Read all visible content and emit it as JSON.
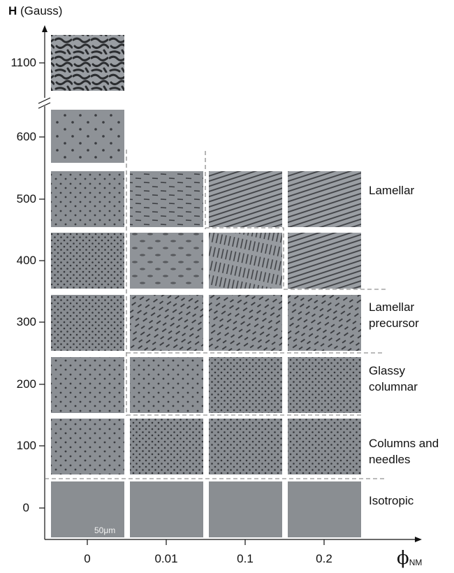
{
  "y_axis": {
    "title_symbol": "H",
    "title_unit": "(Gauss)",
    "ticks": [
      "1100",
      "600",
      "500",
      "400",
      "300",
      "200",
      "100",
      "0"
    ]
  },
  "x_axis": {
    "title_symbol": "ϕ",
    "title_subscript": "NM",
    "ticks": [
      "0",
      "0.01",
      "0.1",
      "0.2"
    ]
  },
  "phases": {
    "lamellar": "Lamellar",
    "lamellar_precursor": [
      "Lamellar",
      "precursor"
    ],
    "glassy_columnar": [
      "Glassy",
      "columnar"
    ],
    "columns_and_needles": [
      "Columns and",
      "needles"
    ],
    "isotropic": "Isotropic"
  },
  "scale_bar": "50μm",
  "colors": {
    "axis": "#111111",
    "tile_background": "#8a8e92",
    "dash": "#777777"
  },
  "micrograph_grid": {
    "note_pattern_types": "patterns per tile",
    "rows": [
      {
        "H": "1100",
        "tiles": [
          {
            "phi": "0",
            "pattern": "labyrinth"
          }
        ]
      },
      {
        "H": "600",
        "tiles": [
          {
            "phi": "0",
            "pattern": "sparse-dots"
          }
        ]
      },
      {
        "H": "500",
        "tiles": [
          {
            "phi": "0",
            "pattern": "dots"
          },
          {
            "phi": "0.01",
            "pattern": "dashes"
          },
          {
            "phi": "0.1",
            "pattern": "stripes"
          },
          {
            "phi": "0.2",
            "pattern": "stripes"
          }
        ]
      },
      {
        "H": "400",
        "tiles": [
          {
            "phi": "0",
            "pattern": "dense-dots"
          },
          {
            "phi": "0.01",
            "pattern": "blurred-dashes"
          },
          {
            "phi": "0.1",
            "pattern": "needles"
          },
          {
            "phi": "0.2",
            "pattern": "stripes"
          }
        ]
      },
      {
        "H": "300",
        "tiles": [
          {
            "phi": "0",
            "pattern": "dense-dots"
          },
          {
            "phi": "0.01",
            "pattern": "tilted-dashes"
          },
          {
            "phi": "0.1",
            "pattern": "tilted-dashes"
          },
          {
            "phi": "0.2",
            "pattern": "tilted-dashes"
          }
        ]
      },
      {
        "H": "200",
        "tiles": [
          {
            "phi": "0",
            "pattern": "dots"
          },
          {
            "phi": "0.01",
            "pattern": "dots"
          },
          {
            "phi": "0.1",
            "pattern": "dense-dots"
          },
          {
            "phi": "0.2",
            "pattern": "dense-dots"
          }
        ]
      },
      {
        "H": "100",
        "tiles": [
          {
            "phi": "0",
            "pattern": "dots"
          },
          {
            "phi": "0.01",
            "pattern": "dense-dots"
          },
          {
            "phi": "0.1",
            "pattern": "dense-dots"
          },
          {
            "phi": "0.2",
            "pattern": "dense-dots"
          }
        ]
      },
      {
        "H": "0",
        "tiles": [
          {
            "phi": "0",
            "pattern": "plain"
          },
          {
            "phi": "0.01",
            "pattern": "plain"
          },
          {
            "phi": "0.1",
            "pattern": "plain"
          },
          {
            "phi": "0.2",
            "pattern": "plain"
          }
        ]
      }
    ]
  }
}
